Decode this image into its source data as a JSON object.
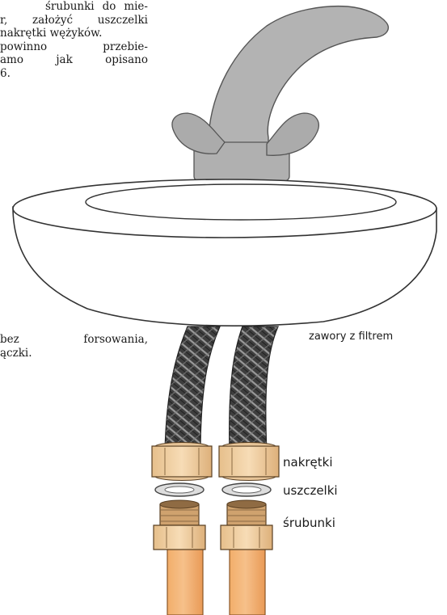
{
  "text_top": [
    "śrubunki do mie-",
    "r, założyć uszczelki",
    "nakrętki wężyków.",
    "powinno przebie-",
    "amo jak opisano",
    "6."
  ],
  "text_middle": [
    "bez forsowania,",
    "ączki."
  ],
  "labels": {
    "valves": "zawory z filtrem",
    "nuts": "nakrętki",
    "gaskets": "uszczelki",
    "fittings": "śrubunki"
  }
}
